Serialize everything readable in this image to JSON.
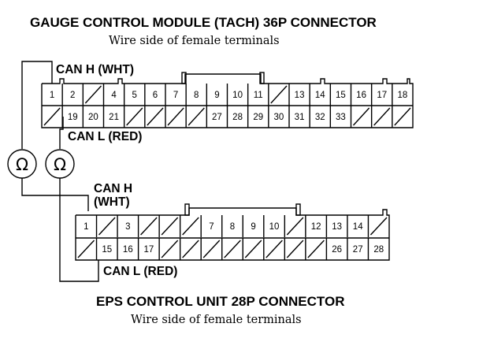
{
  "top_connector": {
    "title": "GAUGE CONTROL MODULE (TACH) 36P CONNECTOR",
    "subtitle": "Wire side of female terminals",
    "row1": [
      "1",
      "2",
      "",
      "4",
      "5",
      "6",
      "7",
      "8",
      "9",
      "10",
      "11",
      "",
      "13",
      "14",
      "15",
      "16",
      "17",
      "18"
    ],
    "row2": [
      "",
      "19",
      "20",
      "21",
      "",
      "",
      "",
      "",
      "27",
      "28",
      "29",
      "30",
      "31",
      "32",
      "33",
      "",
      "",
      ""
    ]
  },
  "bottom_connector": {
    "title": "EPS CONTROL UNIT 28P CONNECTOR",
    "subtitle": "Wire side of female terminals",
    "row1": [
      "1",
      "",
      "3",
      "",
      "",
      "",
      "7",
      "8",
      "9",
      "10",
      "",
      "12",
      "13",
      "14",
      ""
    ],
    "row2": [
      "",
      "15",
      "16",
      "17",
      "",
      "",
      "",
      "",
      "",
      "",
      "",
      "",
      "26",
      "27",
      "28"
    ]
  },
  "labels": {
    "top_can_h": "CAN H (WHT)",
    "top_can_l": "CAN L (RED)",
    "bottom_can_h_line1": "CAN H",
    "bottom_can_h_line2": "(WHT)",
    "bottom_can_l": "CAN L (RED)"
  },
  "meters": [
    {
      "symbol": "Ω",
      "icon": "ohmmeter-icon"
    },
    {
      "symbol": "Ω",
      "icon": "ohmmeter-icon"
    }
  ]
}
